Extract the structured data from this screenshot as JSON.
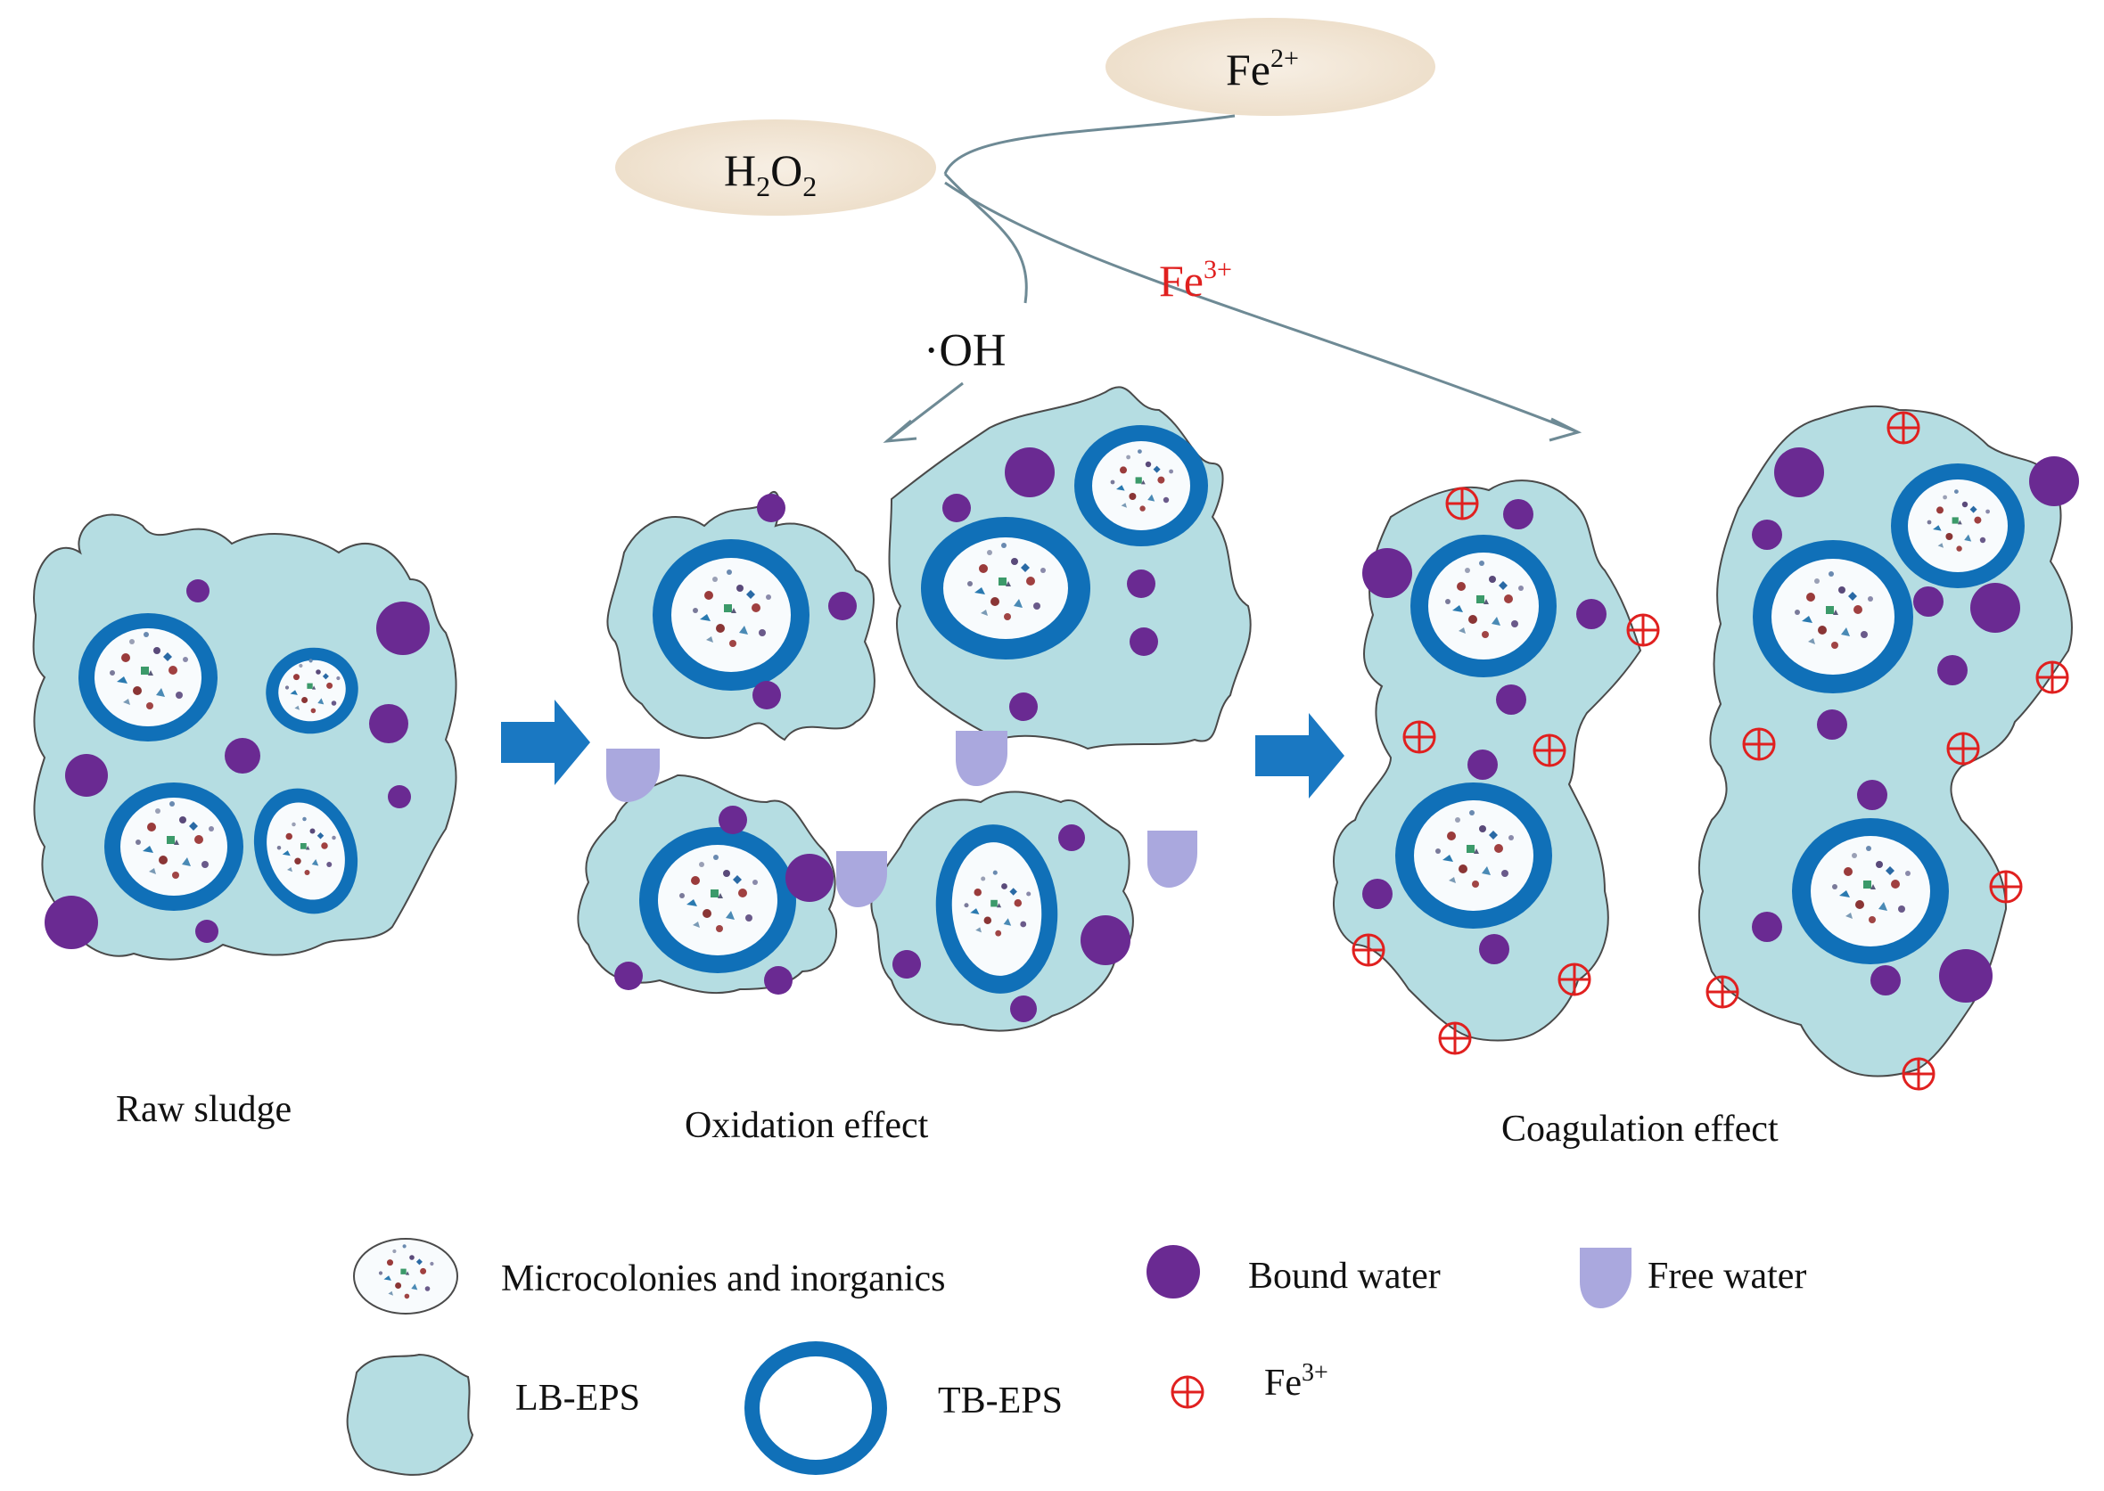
{
  "reagents": {
    "h2o2": {
      "base": "H",
      "sub1": "2",
      "mid": "O",
      "sub2": "2"
    },
    "fe2": {
      "base": "Fe",
      "sup": "2+"
    },
    "fe3": {
      "base": "Fe",
      "sup": "3+"
    },
    "oh": "·OH"
  },
  "stages": {
    "raw": "Raw sludge",
    "oxidation": "Oxidation effect",
    "coagulation": "Coagulation effect"
  },
  "legend": {
    "microcolonies": "Microcolonies and inorganics",
    "bound_water": "Bound water",
    "free_water": "Free water",
    "lb_eps": "LB-EPS",
    "tb_eps": "TB-EPS",
    "fe3": {
      "base": "Fe",
      "sup": "3+"
    }
  },
  "colors": {
    "lb_eps": "#b5dde2",
    "tb_eps": "#1070b8",
    "bound_water": "#6a2a92",
    "free_water": "#aaa8de",
    "fe3_marker": "#e0201f",
    "arrow": "#1a78c2",
    "reagent_ellipse": "#f1e4d3"
  }
}
